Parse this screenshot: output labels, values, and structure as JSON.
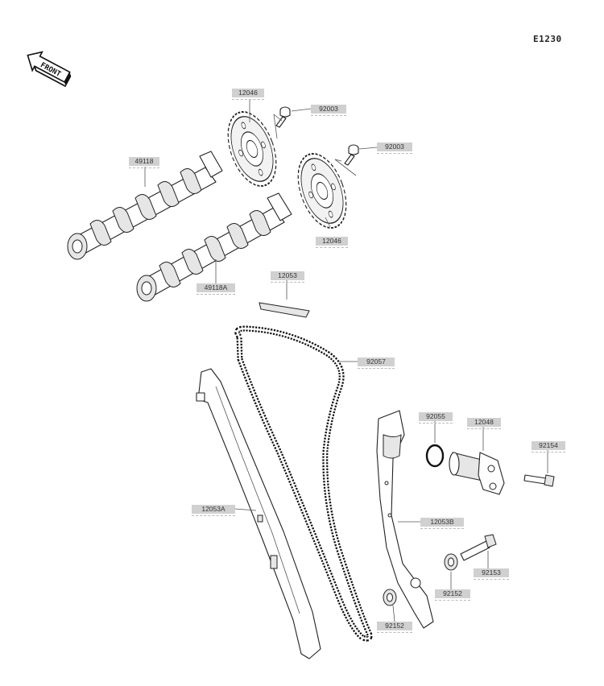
{
  "diagram_id": "E1230",
  "front_label": "FRONT",
  "callouts": {
    "c12046_top": "12046",
    "c92003_top": "92003",
    "c92003_mid": "92003",
    "c49118": "49118",
    "c12046_bot": "12046",
    "c49118A": "49118A",
    "c12053": "12053",
    "c92057": "92057",
    "c92055": "92055",
    "c12048": "12048",
    "c92154": "92154",
    "c12053A": "12053A",
    "c12053B": "12053B",
    "c92153": "92153",
    "c92152_right": "92152",
    "c92152_bottom": "92152"
  }
}
